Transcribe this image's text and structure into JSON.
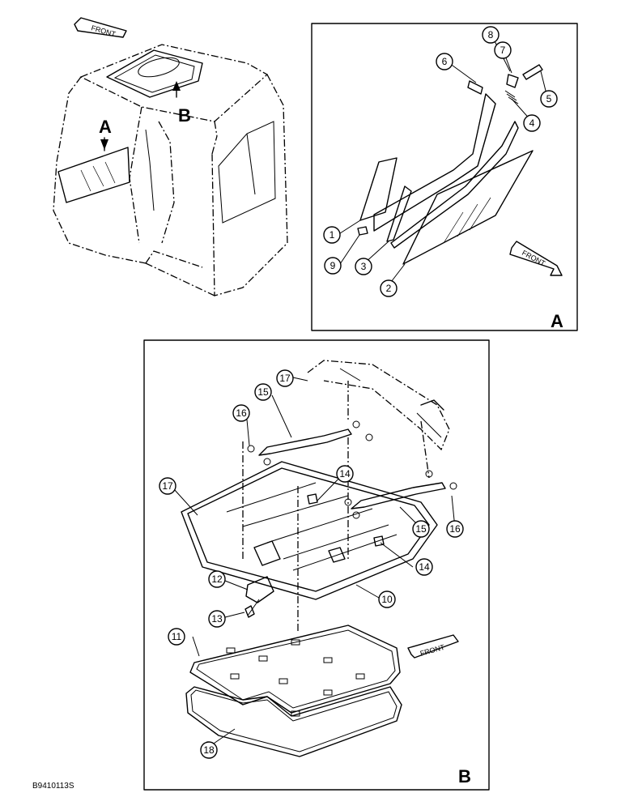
{
  "front_label": "FRONT",
  "view_a_letter": "A",
  "view_b_letter": "B",
  "figure_ref": "B9410113S",
  "callouts": {
    "c1": "1",
    "c2": "2",
    "c3": "3",
    "c4": "4",
    "c5": "5",
    "c6": "6",
    "c7": "7",
    "c8": "8",
    "c9": "9",
    "c10": "10",
    "c11": "11",
    "c12": "12",
    "c13": "13",
    "c14a": "14",
    "c14b": "14",
    "c15a": "15",
    "c15b": "15",
    "c16a": "16",
    "c16b": "16",
    "c17a": "17",
    "c17b": "17",
    "c18": "18"
  }
}
